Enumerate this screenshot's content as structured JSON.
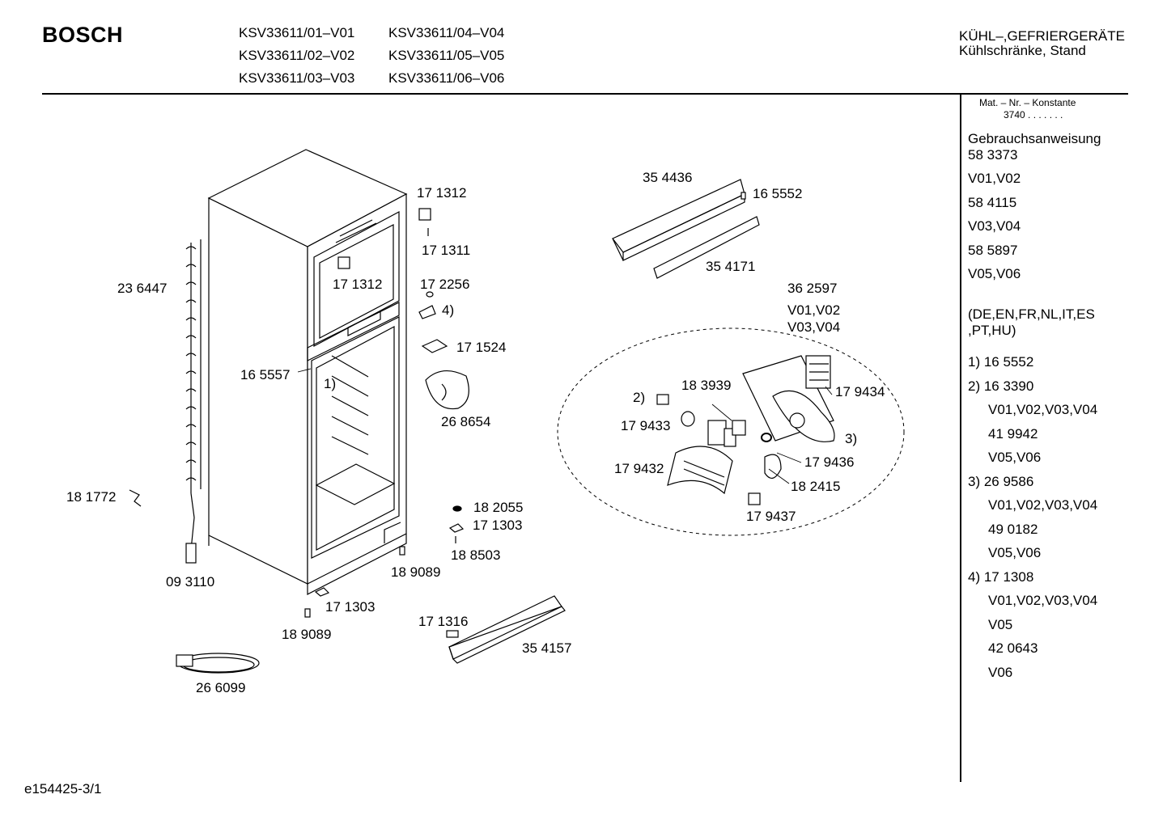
{
  "header": {
    "brand": "BOSCH",
    "models": [
      "KSV33611/01–V01",
      "KSV33611/02–V02",
      "KSV33611/03–V03",
      "KSV33611/04–V04",
      "KSV33611/05–V05",
      "KSV33611/06–V06"
    ],
    "category_line1": "KÜHL–,GEFRIERGERÄTE",
    "category_line2": "Kühlschränke, Stand"
  },
  "sidebar": {
    "mat_header": "Mat. – Nr. – Konstante",
    "mat_value": "3740 . .  . . . . .",
    "lines": [
      "Gebrauchsanweisung",
      "58 3373",
      "V01,V02",
      "58 4115",
      "V03,V04",
      "58 5897",
      "V05,V06",
      "(DE,EN,FR,NL,IT,ES",
      ",PT,HU)",
      "1) 16 5552",
      "2) 16 3390",
      "V01,V02,V03,V04",
      "41 9942",
      "V05,V06",
      "3) 26 9586",
      "V01,V02,V03,V04",
      "49 0182",
      "V05,V06",
      "4) 17 1308",
      "V01,V02,V03,V04",
      "V05",
      "42 0643",
      "V06"
    ]
  },
  "parts": {
    "p171312a": "17 1312",
    "p171311": "17 1311",
    "p171312b": "17 1312",
    "p172256": "17 2256",
    "p4": "4)",
    "p236447": "23 6447",
    "p171524": "17 1524",
    "p165557": "16 5557",
    "p1": "1)",
    "p268654": "26 8654",
    "p181772": "18 1772",
    "p182055": "18 2055",
    "p171303a": "17 1303",
    "p188503": "18 8503",
    "p189089a": "18 9089",
    "p093110": "09 3110",
    "p171303b": "17 1303",
    "p189089b": "18 9089",
    "p171316": "17 1316",
    "p354157": "35 4157",
    "p266099": "26 6099",
    "p354436": "35 4436",
    "p165552": "16 5552",
    "p354171": "35 4171",
    "p362597": "36 2597",
    "pv0102": "V01,V02",
    "pv0304": "V03,V04",
    "p183939": "18 3939",
    "p2": "2)",
    "p179434": "17 9434",
    "p179433": "17 9433",
    "p3": "3)",
    "p179436": "17 9436",
    "p179432": "17 9432",
    "p182415": "18 2415",
    "p179437": "17 9437"
  },
  "footer": {
    "code": "e154425-3/1"
  }
}
